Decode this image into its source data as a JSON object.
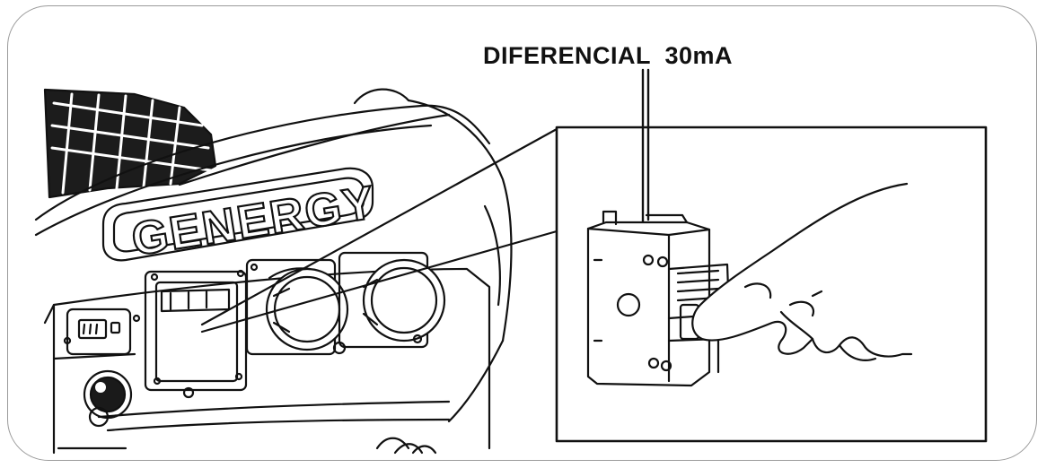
{
  "label": "DIFERENCIAL  30mA",
  "brand": "GENERGY",
  "colors": {
    "ink": "#111111",
    "border": "#9a9a9a",
    "background": "#ffffff"
  },
  "icons": [
    "generator-drawing",
    "circuit-breaker-drawing",
    "hand-pressing-button"
  ]
}
